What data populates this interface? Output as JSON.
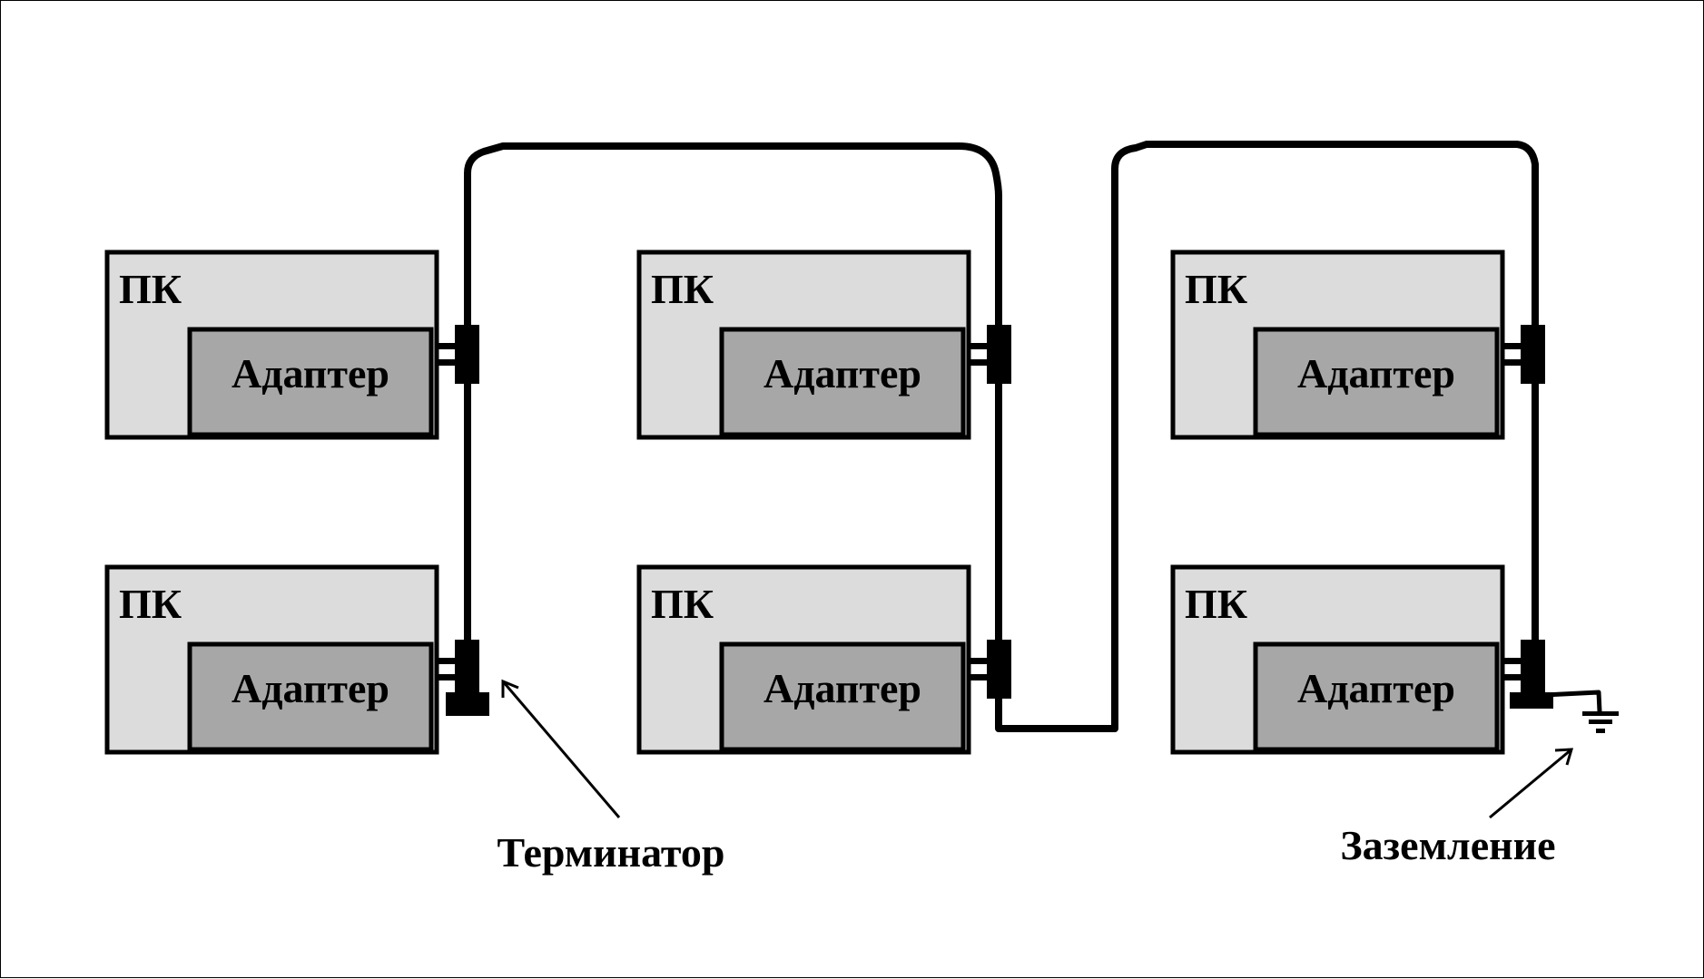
{
  "nodes": [
    {
      "pc_label": "ПК",
      "adapter_label": "Адаптер"
    },
    {
      "pc_label": "ПК",
      "adapter_label": "Адаптер"
    },
    {
      "pc_label": "ПК",
      "adapter_label": "Адаптер"
    },
    {
      "pc_label": "ПК",
      "adapter_label": "Адаптер"
    },
    {
      "pc_label": "ПК",
      "adapter_label": "Адаптер"
    },
    {
      "pc_label": "ПК",
      "adapter_label": "Адаптер"
    }
  ],
  "labels": {
    "terminator": "Терминатор",
    "ground": "Заземление"
  },
  "colors": {
    "pc_fill": "#dcdcdc",
    "adapter_fill": "#a7a7a7",
    "line": "#000000"
  }
}
